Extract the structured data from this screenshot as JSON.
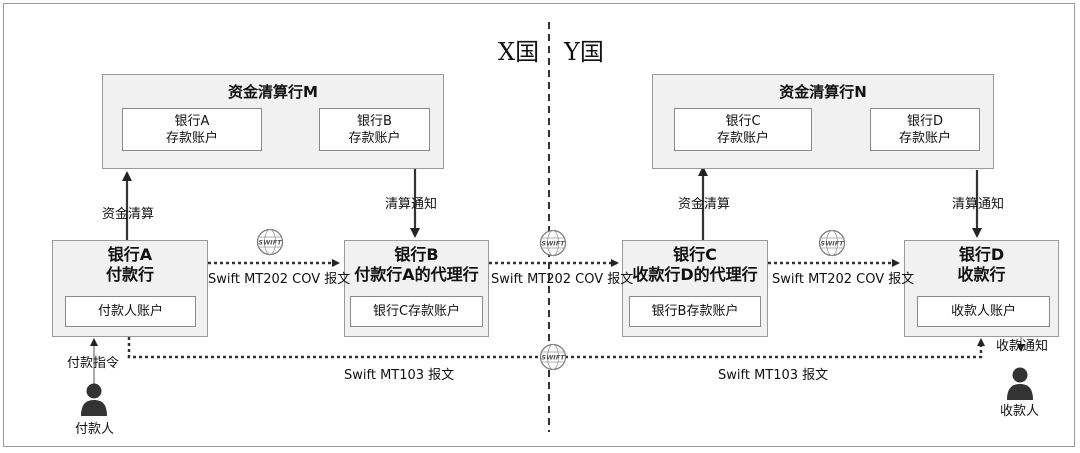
{
  "countries": {
    "left": "X国",
    "right": "Y国"
  },
  "clearing_m": {
    "title": "资金清算行M",
    "account_a": [
      "银行A",
      "存款账户"
    ],
    "account_b": [
      "银行B",
      "存款账户"
    ]
  },
  "clearing_n": {
    "title": "资金清算行N",
    "account_c": [
      "银行C",
      "存款账户"
    ],
    "account_d": [
      "银行D",
      "存款账户"
    ]
  },
  "bank_a": {
    "name": "银行A",
    "role": "付款行",
    "account": "付款人账户"
  },
  "bank_b": {
    "name": "银行B",
    "role": "付款行A的代理行",
    "account": "银行C存款账户"
  },
  "bank_c": {
    "name": "银行C",
    "role": "收款行D的代理行",
    "account": "银行B存款账户"
  },
  "bank_d": {
    "name": "银行D",
    "role": "收款行",
    "account": "收款人账户"
  },
  "labels": {
    "fund_clearing_a": "资金清算",
    "clearing_notice_b": "清算通知",
    "fund_clearing_c": "资金清算",
    "clearing_notice_d": "清算通知",
    "mt202_ab": "Swift MT202 COV 报文",
    "mt202_bc": "Swift MT202 COV 报文",
    "mt202_cd": "Swift MT202 COV 报文",
    "mt103_left": "Swift MT103 报文",
    "mt103_right": "Swift MT103 报文",
    "payment_instruction": "付款指令",
    "payment_notice": "收款通知",
    "payer": "付款人",
    "payee": "收款人"
  },
  "icons": {
    "swift_logo": "SWIFT",
    "person": "person-icon"
  }
}
